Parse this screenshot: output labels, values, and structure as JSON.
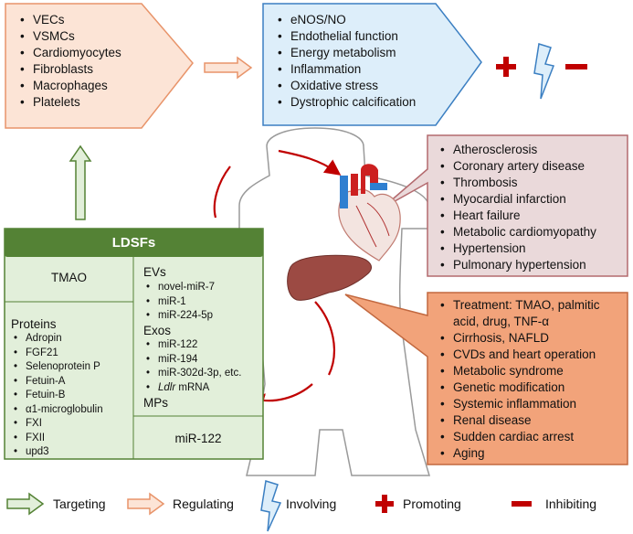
{
  "cell_types": [
    "VECs",
    "VSMCs",
    "Cardiomyocytes",
    "Fibroblasts",
    "Macrophages",
    "Platelets"
  ],
  "functions": [
    "eNOS/NO",
    "Endothelial function",
    "Energy metabolism",
    "Inflammation",
    "Oxidative stress",
    "Dystrophic calcification"
  ],
  "heart_diseases": [
    "Atherosclerosis",
    "Coronary artery disease",
    "Thrombosis",
    "Myocardial infarction",
    "Heart failure",
    "Metabolic cardiomyopathy",
    "Hypertension",
    "Pulmonary hypertension"
  ],
  "liver_conditions": [
    "Treatment: TMAO, palmitic acid, drug, TNF-α",
    "Cirrhosis, NAFLD",
    "CVDs and heart operation",
    "Metabolic syndrome",
    "Genetic modification",
    "Systemic inflammation",
    "Renal disease",
    "Sudden cardiac arrest",
    "Aging"
  ],
  "ldsf": {
    "title": "LDSFs",
    "tmao": "TMAO",
    "proteins_title": "Proteins",
    "proteins": [
      "Adropin",
      "FGF21",
      "Selenoprotein P",
      "Fetuin-A",
      "Fetuin-B",
      "α1-microglobulin",
      "FXI",
      "FXII",
      "upd3"
    ],
    "evs_title": "EVs",
    "evs": [
      "novel-miR-7",
      "miR-1",
      "miR-224-5p"
    ],
    "exos_title": "Exos",
    "exos": [
      "miR-122",
      "miR-194",
      "miR-302d-3p, etc."
    ],
    "ldlr_italic": "Ldlr",
    "ldlr_rest": " mRNA",
    "mps_title": "MPs",
    "mir122": "miR-122"
  },
  "legend": {
    "targeting": "Targeting",
    "regulating": "Regulating",
    "involving": "Involving",
    "promoting": "Promoting",
    "inhibiting": "Inhibiting"
  },
  "colors": {
    "orange_fill": "#fce4d6",
    "orange_stroke": "#e8946a",
    "blue_fill": "#ddeefa",
    "blue_stroke": "#3b7fc2",
    "pink_fill": "#ead9da",
    "pink_stroke": "#b36a6e",
    "salmon_fill": "#f2a37a",
    "salmon_stroke": "#c2683f",
    "green_fill": "#e2efda",
    "green_dark": "#548235",
    "red": "#c00000"
  },
  "icons": {
    "targeting": "green-hollow-arrow-icon",
    "regulating": "orange-hollow-arrow-icon",
    "involving": "lightning-icon",
    "promoting": "plus-icon",
    "inhibiting": "minus-icon"
  }
}
